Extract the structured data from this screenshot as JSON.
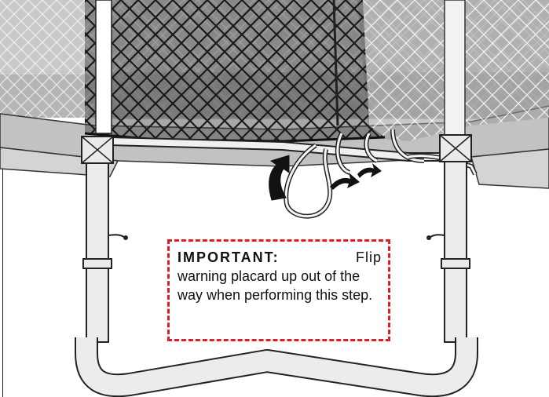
{
  "notice": {
    "heading": "IMPORTANT:",
    "first_word": "Flip",
    "body": "warning placard up out of the way when performing this step."
  },
  "colors": {
    "net": "#1a1a1a",
    "mat": "#b7b7b7",
    "frame": "#d9d9d9",
    "outline": "#222222",
    "callout_border": "#e31b23"
  },
  "icons": {
    "arrow_main": "curved-arrow-up-icon",
    "arrow_secondary": "curved-arrow-icon"
  }
}
